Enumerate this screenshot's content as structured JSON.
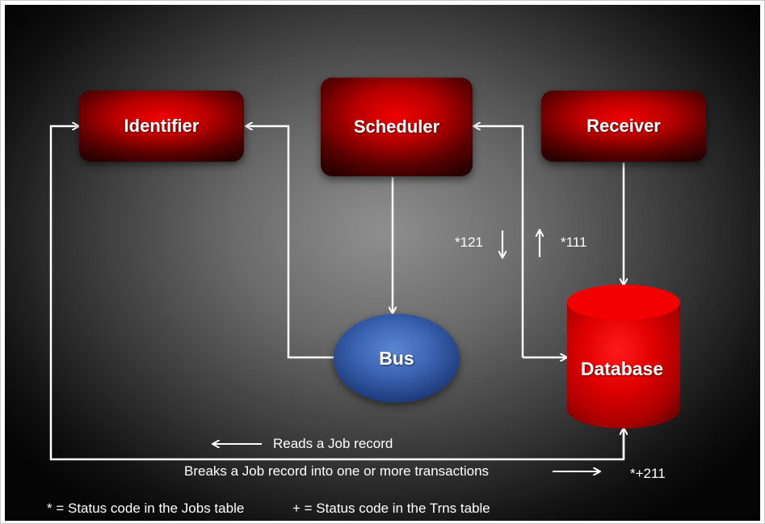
{
  "nodes": {
    "identifier": "Identifier",
    "scheduler": "Scheduler",
    "receiver": "Receiver",
    "bus": "Bus",
    "database": "Database"
  },
  "annotations": {
    "status_121": "*121",
    "status_111": "*111",
    "status_211": "*+211",
    "reads_job": "Reads a Job record",
    "breaks_job": "Breaks a Job record into one or more transactions"
  },
  "legend": {
    "jobs": "* = Status code in the Jobs table",
    "trns": "+ = Status code in the Trns table"
  },
  "colors": {
    "node_red": "#c80000",
    "bus_blue": "#3a62b0",
    "arrow": "#ffffff"
  }
}
